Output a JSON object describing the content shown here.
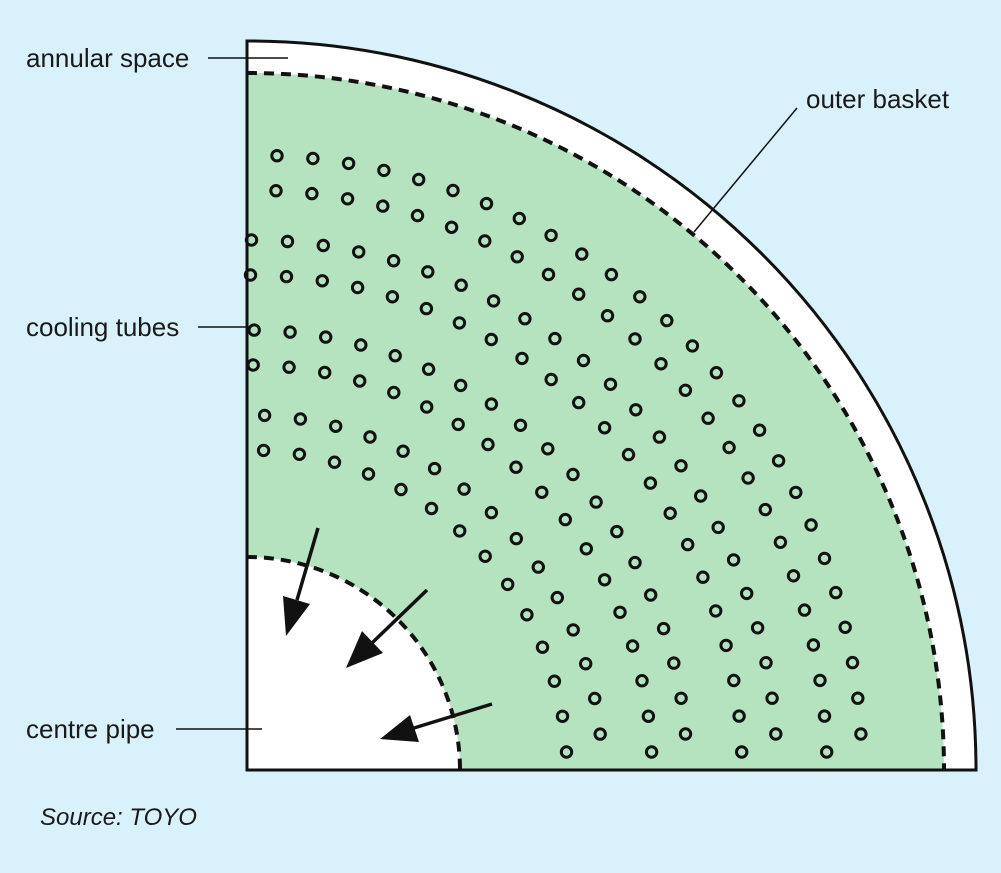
{
  "labels": {
    "annular_space": "annular space",
    "outer_basket": "outer basket",
    "cooling_tubes": "cooling tubes",
    "centre_pipe": "centre pipe"
  },
  "source": "Source: TOYO",
  "colors": {
    "background": "#d9f1fb",
    "catalyst_bed": "#b5e3bf",
    "annular_space": "#ffffff",
    "centre_pipe": "#ffffff",
    "outline": "#111111"
  },
  "icons": {
    "cooling_tube": "ring-icon",
    "gas_flow": "arrow-icon"
  },
  "cooling_tube_bands": 4,
  "cooling_tube_rows_per_band": 2,
  "gas_flow_arrows": 3
}
